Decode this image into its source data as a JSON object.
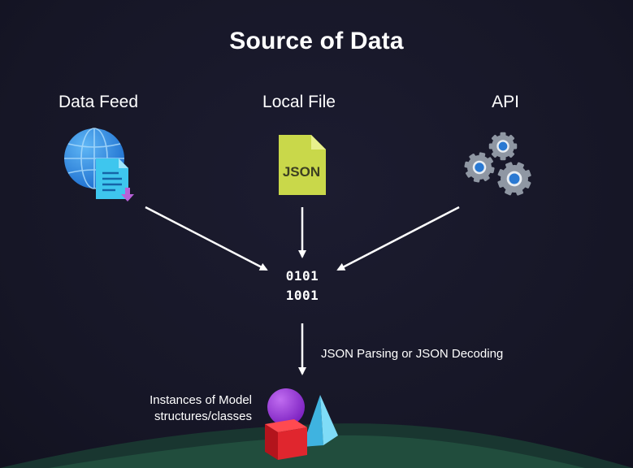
{
  "title": "Source of Data",
  "sources": [
    {
      "label": "Data Feed",
      "icon": "globe-document-icon"
    },
    {
      "label": "Local File",
      "icon": "json-file-icon",
      "file_badge": "JSON"
    },
    {
      "label": "API",
      "icon": "gears-icon"
    }
  ],
  "binary": {
    "line1": "0101",
    "line2": "1001"
  },
  "process_label": "JSON Parsing or JSON Decoding",
  "model_label": {
    "line1": "Instances of Model",
    "line2": "structures/classes"
  },
  "model_icon": "shapes-icon",
  "colors": {
    "background": "#171728",
    "arrow": "#ffffff",
    "json_file": "#c9d84a",
    "globe": "#2f8fe0",
    "document": "#3bc3ec",
    "gear": "#8f97a3",
    "gear_center": "#2a79d2",
    "sphere": "#9b3bd8",
    "cube": "#e0262e",
    "pyramid": "#4cc9f0",
    "hill": "#1d4a3c"
  }
}
